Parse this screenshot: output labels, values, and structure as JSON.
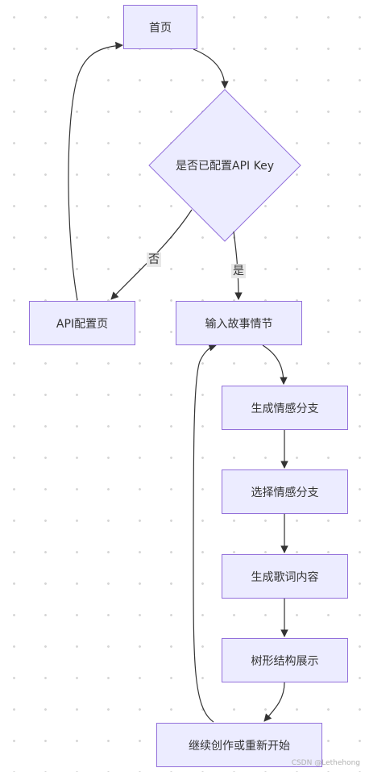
{
  "nodes": {
    "home": "首页",
    "api_check": "是否已配置API Key",
    "api_config": "API配置页",
    "input_story": "输入故事情节",
    "gen_branch": "生成情感分支",
    "select_branch": "选择情感分支",
    "gen_lyrics": "生成歌词内容",
    "tree_view": "树形结构展示",
    "continue": "继续创作或重新开始"
  },
  "edge_labels": {
    "no": "否",
    "yes": "是"
  },
  "watermark": "CSDN @Lethehong",
  "colors": {
    "node_fill": "#ececff",
    "node_border": "#9370db",
    "edge": "#333333",
    "label_bg": "#e8e8e8"
  }
}
